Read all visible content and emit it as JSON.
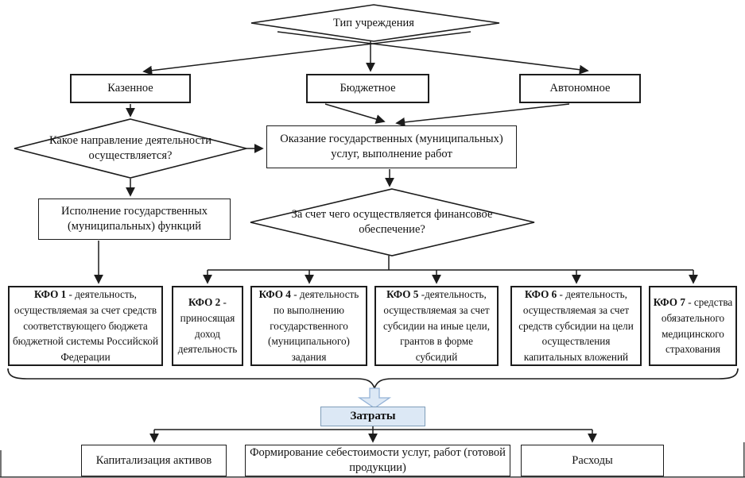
{
  "colors": {
    "line": "#1c1c1c",
    "highlight_fill": "#dce8f5",
    "highlight_border": "#7f9db9",
    "block_arrow_fill": "#dce8f5",
    "block_arrow_border": "#95b3d7"
  },
  "nodes": {
    "type_question": "Тип учреждения",
    "state_owned": "Казенное",
    "budgetary": "Бюджетное",
    "autonomous": "Автономное",
    "direction_question": "Какое направление деятельности осуществляется?",
    "services": "Оказание государственных (муниципальных) услуг, выполнение работ",
    "functions": "Исполнение государственных (муниципальных) функций",
    "finance_question": "За счет чего осуществляется финансовое обеспечение?",
    "costs": "Затраты",
    "capitalization": "Капитализация активов",
    "cost_formation": "Формирование себестоимости услуг, работ (готовой продукции)",
    "expenses": "Расходы"
  },
  "kfo": [
    {
      "code": "КФО 1",
      "rest": " - деятельность, осуществляемая за счет средств соответствующего бюджета бюджетной системы Российской Федерации"
    },
    {
      "code": "КФО 2",
      "rest": " - приносящая доход деятельность"
    },
    {
      "code": "КФО 4",
      "rest": " - деятельность по выполнению государственного (муниципального) задания"
    },
    {
      "code": "КФО 5",
      "rest": " -деятельность, осуществляемая за счет субсидии на иные цели, грантов в форме субсидий"
    },
    {
      "code": "КФО 6",
      "rest": " - деятельность, осуществляемая за счет средств субсидии на цели осуществления капитальных вложений"
    },
    {
      "code": "КФО 7",
      "rest": " - средства обязательного медицинского страхования"
    }
  ]
}
